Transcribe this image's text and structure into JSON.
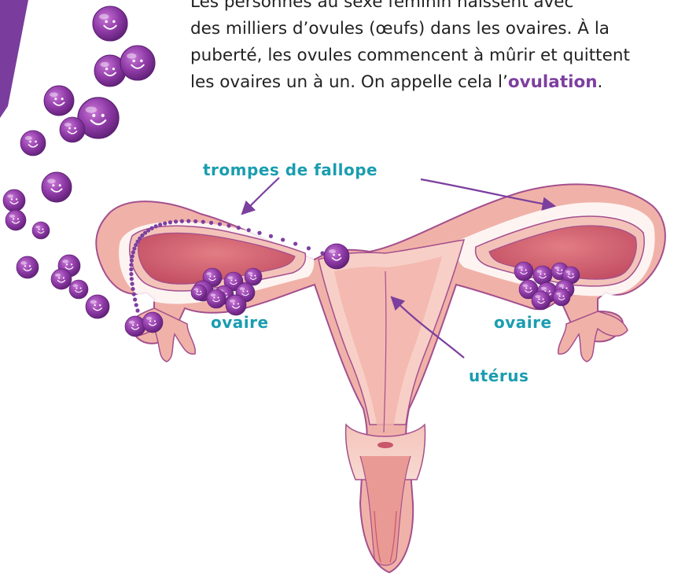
{
  "paragraph": {
    "line1": "Les personnes au sexe féminin naissent avec",
    "line2": "des milliers d’ovules (œufs) dans les ovaires. À la",
    "line3": "puberté, les ovules commencent à mûrir et quittent",
    "line4_before": "les ovaires un à un. On appelle cela l’",
    "line4_keyword": "ovulation",
    "line4_after": "."
  },
  "labels": {
    "fallopian_tubes": "trompes de fallope",
    "ovary_left": "ovaire",
    "ovary_right": "ovaire",
    "uterus": "utérus"
  },
  "colors": {
    "label_teal": "#1a9db0",
    "keyword_purple": "#7d3fa0",
    "arrow_purple": "#7b3f9e",
    "ovum_purple": "#8a3aa0",
    "uterus_outer": "#f2b9b0",
    "uterus_inner": "#e88e86",
    "uterus_deep": "#c9566a",
    "outline_purple": "#9c4a8c"
  },
  "icons": {
    "ovum": "smiling-egg-icon"
  }
}
